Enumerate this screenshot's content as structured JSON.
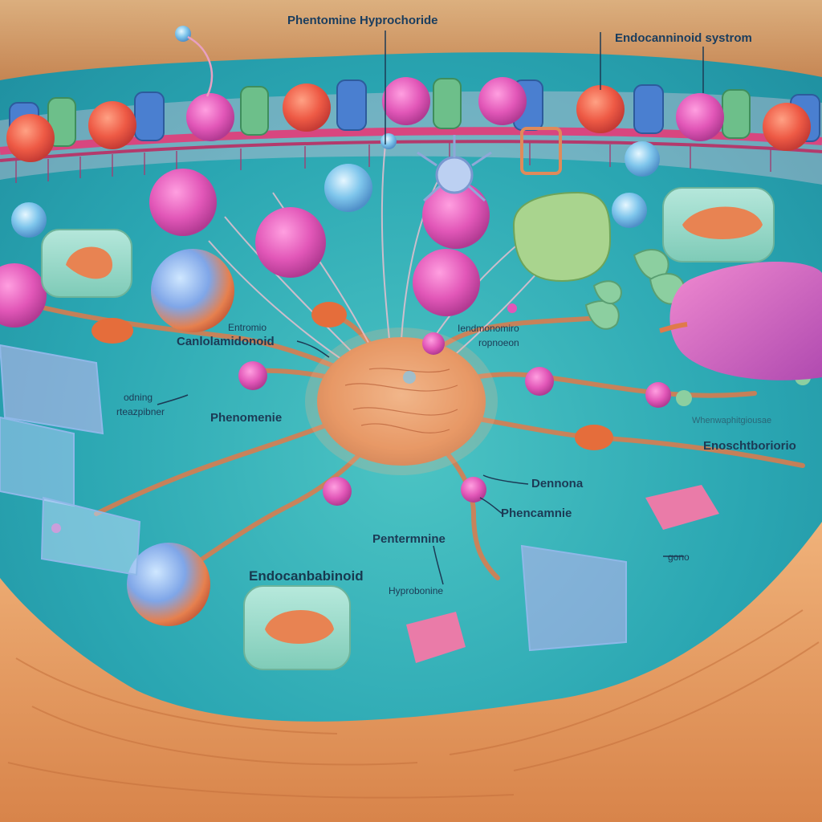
{
  "labels": {
    "top_center": "Phentomine Hyprochoride",
    "top_right": "Endocanninoid systrom",
    "left_upper_1": "Entromio",
    "left_upper_2": "Canlolamidonoid",
    "left_mid_1": "odning",
    "left_mid_2": "rteazpibner",
    "left_center": "Phenomenie",
    "center_1": "Iendmonomiro",
    "center_2": "ropnoeon",
    "right_faint": "Whenwaphitgiousae",
    "right_main": "Enoschtboriorio",
    "center_right_1": "Dennona",
    "center_right_2": "Phencamnie",
    "center_lower": "Pentermnine",
    "lower_left": "Endocanbabinoid",
    "lower_center": "Hyprobonine",
    "lower_right": "gono"
  },
  "colors": {
    "background": "#2fa9b4",
    "tissue": "#e29a5e",
    "vesicle_pink": "#e257b8",
    "vesicle_red": "#ee5a45",
    "vesicle_blue": "#7fc6ec",
    "receptor_green": "#8ccfa0",
    "receptor_blue": "#4a7fd0",
    "neuron_body": "#e4905a",
    "block_pink": "#ea7ba8"
  }
}
